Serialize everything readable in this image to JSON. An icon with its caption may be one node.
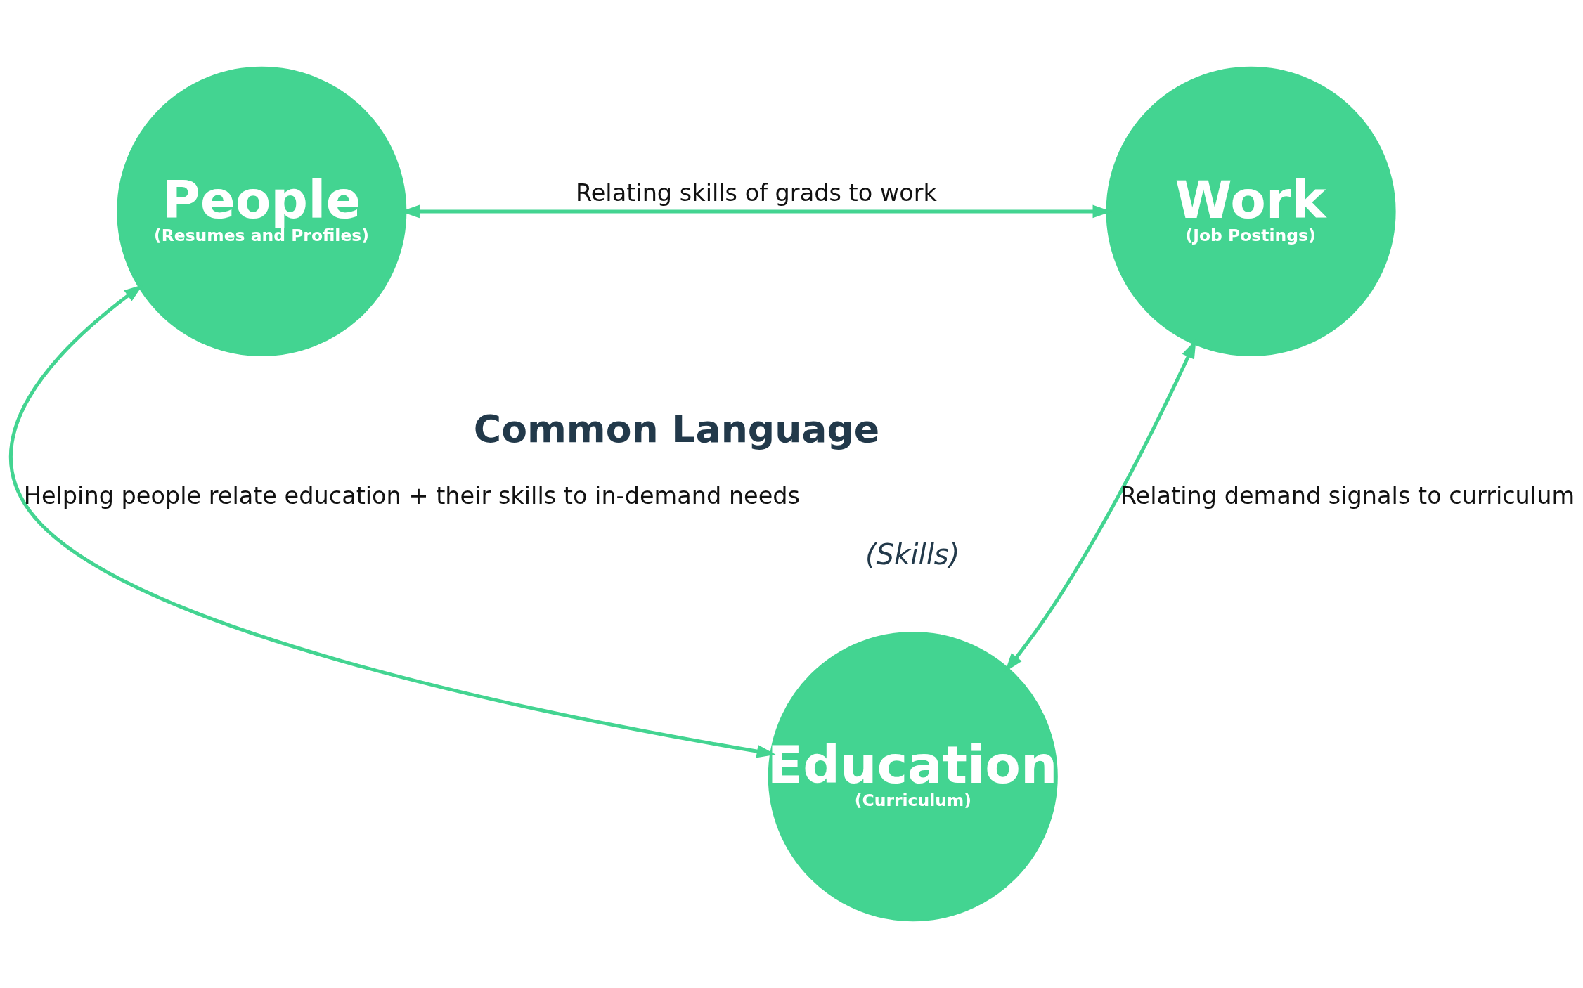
{
  "diagram": {
    "nodes": [
      {
        "text": [
          "People",
          "(Resumes and Profiles)"
        ]
      },
      {
        "text": [
          "Work",
          "(Job Postings)"
        ]
      },
      {
        "text": [
          "Education",
          "(Curriculum)"
        ]
      }
    ],
    "edges": [
      {
        "from": 0,
        "to": 1,
        "arrow": "both",
        "label": "Relating skills of grads to work"
      },
      {
        "from": 0,
        "to": 2,
        "arrow": "both",
        "label": "Helping people relate education + their skills to in-demand needs"
      },
      {
        "from": 1,
        "to": 2,
        "arrow": "both",
        "label": "Relating demand signals to curriculum"
      }
    ],
    "labels": [
      "Common Language",
      "(Skills)"
    ]
  }
}
